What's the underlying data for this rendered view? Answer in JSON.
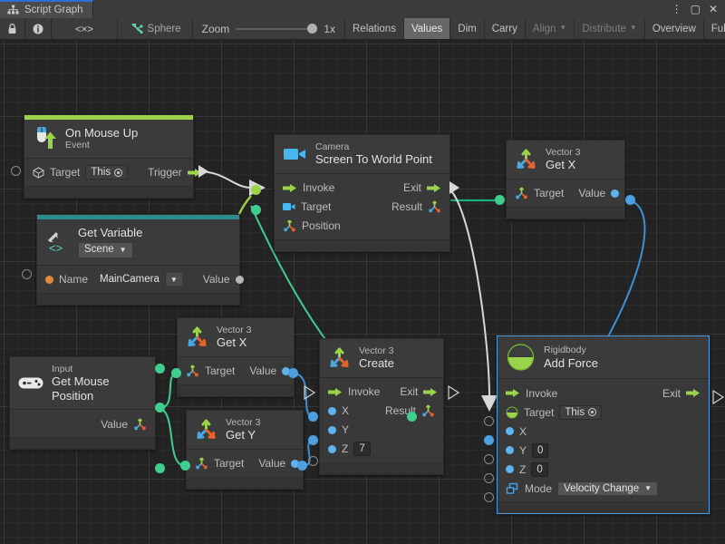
{
  "window": {
    "tab_title": "Script Graph",
    "tab_icon": "graph-hierarchy-icon",
    "buttons": {
      "kebab": "⋮",
      "maximize": "▢",
      "close": "✕"
    }
  },
  "toolbar": {
    "lock_icon": "lock-icon",
    "info_icon": "info-icon",
    "code_icon": "code-brackets-icon",
    "target_label": "Sphere",
    "target_icon": "script-graph-asset-icon",
    "zoom_label": "Zoom",
    "zoom_value": "1x",
    "items": [
      {
        "label": "Relations",
        "state": "normal"
      },
      {
        "label": "Values",
        "state": "active"
      },
      {
        "label": "Dim",
        "state": "normal"
      },
      {
        "label": "Carry",
        "state": "normal"
      },
      {
        "label": "Align",
        "state": "disabled",
        "caret": true
      },
      {
        "label": "Distribute",
        "state": "disabled",
        "caret": true
      },
      {
        "label": "Overview",
        "state": "normal"
      },
      {
        "label": "Full Screen",
        "state": "normal"
      }
    ]
  },
  "colors": {
    "canvas_bg": "#232323",
    "node_bg": "#383838",
    "accent_event": "#9bd34a",
    "accent_variable": "#2c8c8c",
    "flow_edge": "#d8d8d8",
    "object_edge": "#3ecf8e",
    "float_edge": "#4e9fe0",
    "selection": "#4e9fe0",
    "port_float": "#5fb4ef",
    "port_orange": "#e08a3c",
    "tab_underline": "#2c6fd6"
  },
  "nodes": [
    {
      "id": "on-mouse-up",
      "icon": "mouse-up-event-icon",
      "title_small": "On Mouse Up",
      "title_big": "Event",
      "accent": "#9bd34a",
      "rows": [
        {
          "left_label": "Target",
          "left_port": "gameobject",
          "value": "This",
          "right_label": "Trigger",
          "right_port": "flow"
        }
      ]
    },
    {
      "id": "get-variable",
      "icon": "unity-variable-icon",
      "title_small": "Get Variable",
      "dropdown": "Scene",
      "accent": "#2c8c8c",
      "rows": [
        {
          "left_label": "Name",
          "left_port": "string",
          "value": "MainCamera",
          "right_label": "Value",
          "right_port": "object"
        }
      ]
    },
    {
      "id": "camera-screen-to-world-point",
      "icon": "camera-icon",
      "title_small": "Camera",
      "title_big": "Screen To World Point",
      "rows": [
        {
          "left_label": "Invoke",
          "left_port": "flow",
          "right_label": "Exit",
          "right_port": "flow"
        },
        {
          "left_label": "Target",
          "left_port": "camera",
          "right_label": "Result",
          "right_port": "vector3"
        },
        {
          "left_label": "Position",
          "left_port": "vector3"
        }
      ]
    },
    {
      "id": "vector3-get-x-top",
      "icon": "vector3-icon",
      "title_small": "Vector 3",
      "title_big": "Get X",
      "rows": [
        {
          "left_label": "Target",
          "left_port": "vector3",
          "right_label": "Value",
          "right_port": "float"
        }
      ]
    },
    {
      "id": "input-get-mouse-position",
      "icon": "gamepad-icon",
      "title_small": "Input",
      "title_big": "Get Mouse Position",
      "rows": [
        {
          "right_label": "Value",
          "right_port": "vector3"
        }
      ]
    },
    {
      "id": "vector3-get-x-mid",
      "icon": "vector3-icon",
      "title_small": "Vector 3",
      "title_big": "Get X",
      "rows": [
        {
          "left_label": "Target",
          "left_port": "vector3",
          "right_label": "Value",
          "right_port": "float"
        }
      ]
    },
    {
      "id": "vector3-get-y",
      "icon": "vector3-icon",
      "title_small": "Vector 3",
      "title_big": "Get Y",
      "rows": [
        {
          "left_label": "Target",
          "left_port": "vector3",
          "right_label": "Value",
          "right_port": "float"
        }
      ]
    },
    {
      "id": "vector3-create",
      "icon": "vector3-icon",
      "title_small": "Vector 3",
      "title_big": "Create",
      "rows": [
        {
          "left_label": "Invoke",
          "left_port": "flow",
          "right_label": "Exit",
          "right_port": "flow"
        },
        {
          "left_label": "X",
          "left_port": "float",
          "right_label": "Result",
          "right_port": "vector3"
        },
        {
          "left_label": "Y",
          "left_port": "float"
        },
        {
          "left_label": "Z",
          "left_port": "float",
          "value": "7"
        }
      ]
    },
    {
      "id": "rigidbody-add-force",
      "icon": "rigidbody-icon",
      "title_small": "Rigidbody",
      "title_big": "Add Force",
      "selected": true,
      "rows": [
        {
          "left_label": "Invoke",
          "left_port": "flow",
          "right_label": "Exit",
          "right_port": "flow"
        },
        {
          "left_label": "Target",
          "left_port": "rigidbody",
          "value": "This"
        },
        {
          "left_label": "X",
          "left_port": "float"
        },
        {
          "left_label": "Y",
          "left_port": "float",
          "value": "0"
        },
        {
          "left_label": "Z",
          "left_port": "float",
          "value": "0"
        },
        {
          "left_label": "Mode",
          "left_port": "enum",
          "value": "Velocity Change"
        }
      ]
    }
  ],
  "labels": {
    "on_mouse_up_title": "On Mouse Up",
    "on_mouse_up_sub": "Event",
    "omu_target": "Target",
    "omu_this": "This",
    "omu_trigger": "Trigger",
    "get_variable_title": "Get Variable",
    "get_variable_kind": "Scene",
    "gv_name": "Name",
    "gv_value_name": "MainCamera",
    "gv_value": "Value",
    "camera_small": "Camera",
    "camera_big": "Screen To World Point",
    "cam_invoke": "Invoke",
    "cam_exit": "Exit",
    "cam_target": "Target",
    "cam_result": "Result",
    "cam_position": "Position",
    "v3": "Vector 3",
    "get_x": "Get X",
    "get_y": "Get Y",
    "create": "Create",
    "target": "Target",
    "value": "Value",
    "input_small": "Input",
    "input_big": "Get Mouse Position",
    "invoke": "Invoke",
    "exit": "Exit",
    "result": "Result",
    "x": "X",
    "y": "Y",
    "z": "Z",
    "z_value": "7",
    "rb_small": "Rigidbody",
    "rb_big": "Add Force",
    "rb_this": "This",
    "rb_y_value": "0",
    "rb_z_value": "0",
    "rb_mode": "Mode",
    "rb_mode_value": "Velocity Change"
  }
}
